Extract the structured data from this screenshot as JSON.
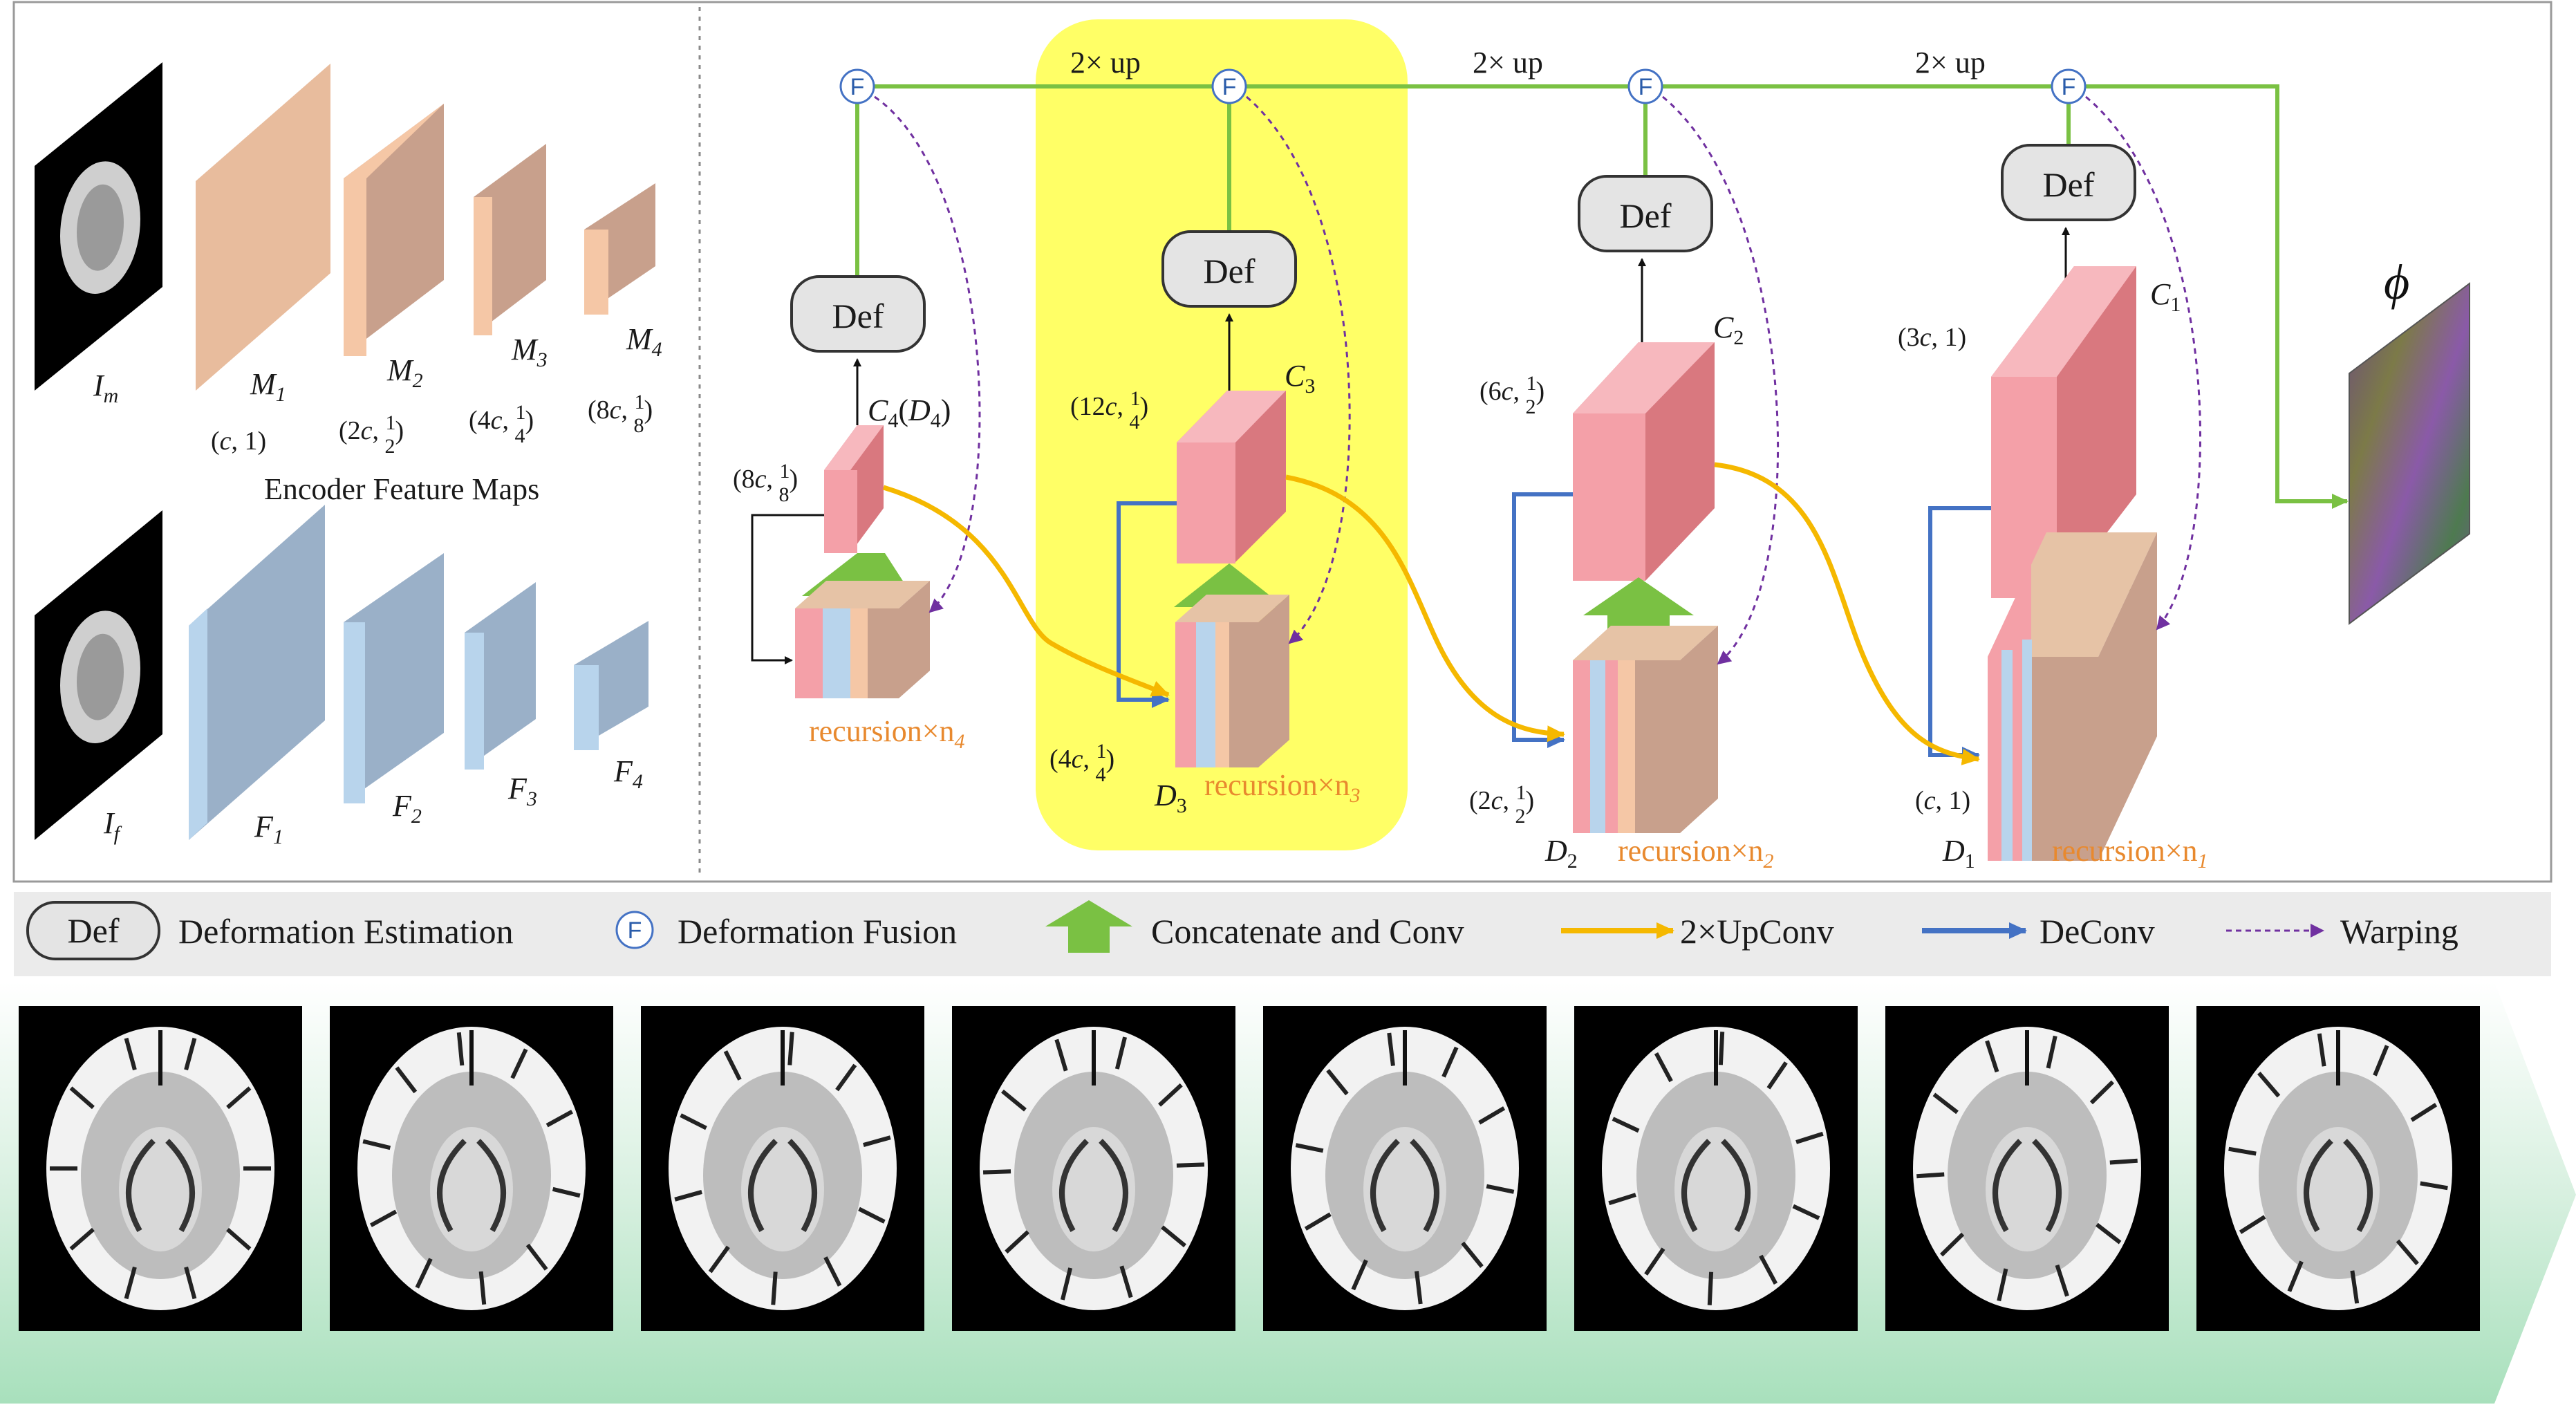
{
  "encoder": {
    "title": "Encoder Feature Maps",
    "moving_image_label": "I",
    "moving_image_sub": "m",
    "fixed_image_label": "I",
    "fixed_image_sub": "f",
    "moving_maps": [
      {
        "name": "M",
        "sub": "1",
        "dims": "(c, 1)"
      },
      {
        "name": "M",
        "sub": "2",
        "dims": "(2c, 1/2)"
      },
      {
        "name": "M",
        "sub": "3",
        "dims": "(4c, 1/4)"
      },
      {
        "name": "M",
        "sub": "4",
        "dims": "(8c, 1/8)"
      }
    ],
    "fixed_maps": [
      {
        "name": "F",
        "sub": "1"
      },
      {
        "name": "F",
        "sub": "2"
      },
      {
        "name": "F",
        "sub": "3"
      },
      {
        "name": "F",
        "sub": "4"
      }
    ],
    "colors": {
      "moving": "#f5c7a6",
      "fixed": "#a8c8e6"
    }
  },
  "decoder": {
    "up_label": "2× up",
    "def_label": "Def",
    "fusion_label": "F",
    "phi_label": "ϕ",
    "stages": [
      {
        "c_label": "C",
        "c_sub": "4",
        "c_extra": "(D4)",
        "dims": "(8c, 1/8)",
        "recursion": "recursion×n",
        "rec_sub": "4"
      },
      {
        "c_label": "C",
        "c_sub": "3",
        "dims_c": "(12c, 1/4)",
        "d_label": "D",
        "d_sub": "3",
        "dims": "(4c, 1/4)",
        "recursion": "recursion×n",
        "rec_sub": "3"
      },
      {
        "c_label": "C",
        "c_sub": "2",
        "dims_c": "(6c, 1/2)",
        "d_label": "D",
        "d_sub": "2",
        "dims": "(2c, 1/2)",
        "recursion": "recursion×n",
        "rec_sub": "2"
      },
      {
        "c_label": "C",
        "c_sub": "1",
        "dims_c": "(3c, 1)",
        "d_label": "D",
        "d_sub": "1",
        "dims": "(c, 1)",
        "recursion": "recursion×n",
        "rec_sub": "1"
      }
    ],
    "colors": {
      "conv": "#f4a0a8",
      "upconv": "#f5b800",
      "deconv": "#4472c4",
      "warp": "#7030a0",
      "concat": "#7ac143",
      "highlight": "#ffff66",
      "flow": "#7ac143"
    }
  },
  "legend": {
    "items": [
      {
        "icon": "def-box",
        "label": "Deformation Estimation"
      },
      {
        "icon": "fusion-circle-icon",
        "label": "Deformation Fusion"
      },
      {
        "icon": "green-arrow-icon",
        "label": "Concatenate and Conv"
      },
      {
        "icon": "orange-arrow-icon",
        "label": "2×UpConv"
      },
      {
        "icon": "blue-arrow-icon",
        "label": "DeConv"
      },
      {
        "icon": "dashed-arrow-icon",
        "label": "Warping"
      }
    ]
  },
  "bottom_strip": {
    "num_images": 8,
    "description_icon": "brain-slice-image"
  }
}
